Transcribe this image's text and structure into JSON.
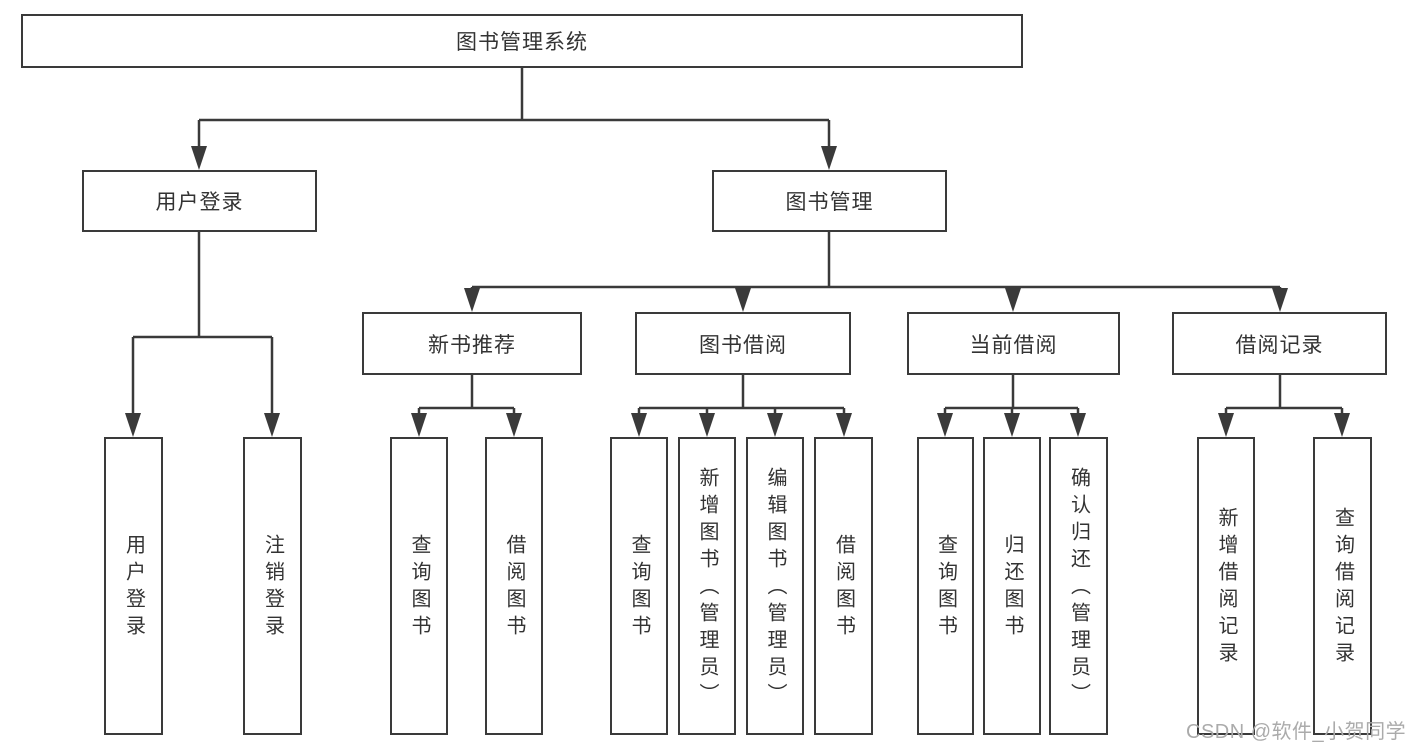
{
  "diagram": {
    "title": "图书管理系统",
    "level2": {
      "user_login": "用户登录",
      "book_mgmt": "图书管理"
    },
    "level3": {
      "new_book_rec": "新书推荐",
      "book_borrow": "图书借阅",
      "current_borrow": "当前借阅",
      "borrow_records": "借阅记录"
    },
    "leaves": {
      "user_login": [
        "用户登录",
        "注销登录"
      ],
      "new_book_rec": [
        "查询图书",
        "借阅图书"
      ],
      "book_borrow": [
        "查询图书",
        "新增图书（管理员）",
        "编辑图书（管理员）",
        "借阅图书"
      ],
      "current_borrow": [
        "查询图书",
        "归还图书",
        "确认归还（管理员）"
      ],
      "borrow_records": [
        "新增借阅记录",
        "查询借阅记录"
      ]
    }
  },
  "watermark": "CSDN @软件_小贺同学",
  "colors": {
    "line": "#3a3a3a",
    "text": "#333333",
    "watermark": "#ababab",
    "background": "#ffffff"
  }
}
